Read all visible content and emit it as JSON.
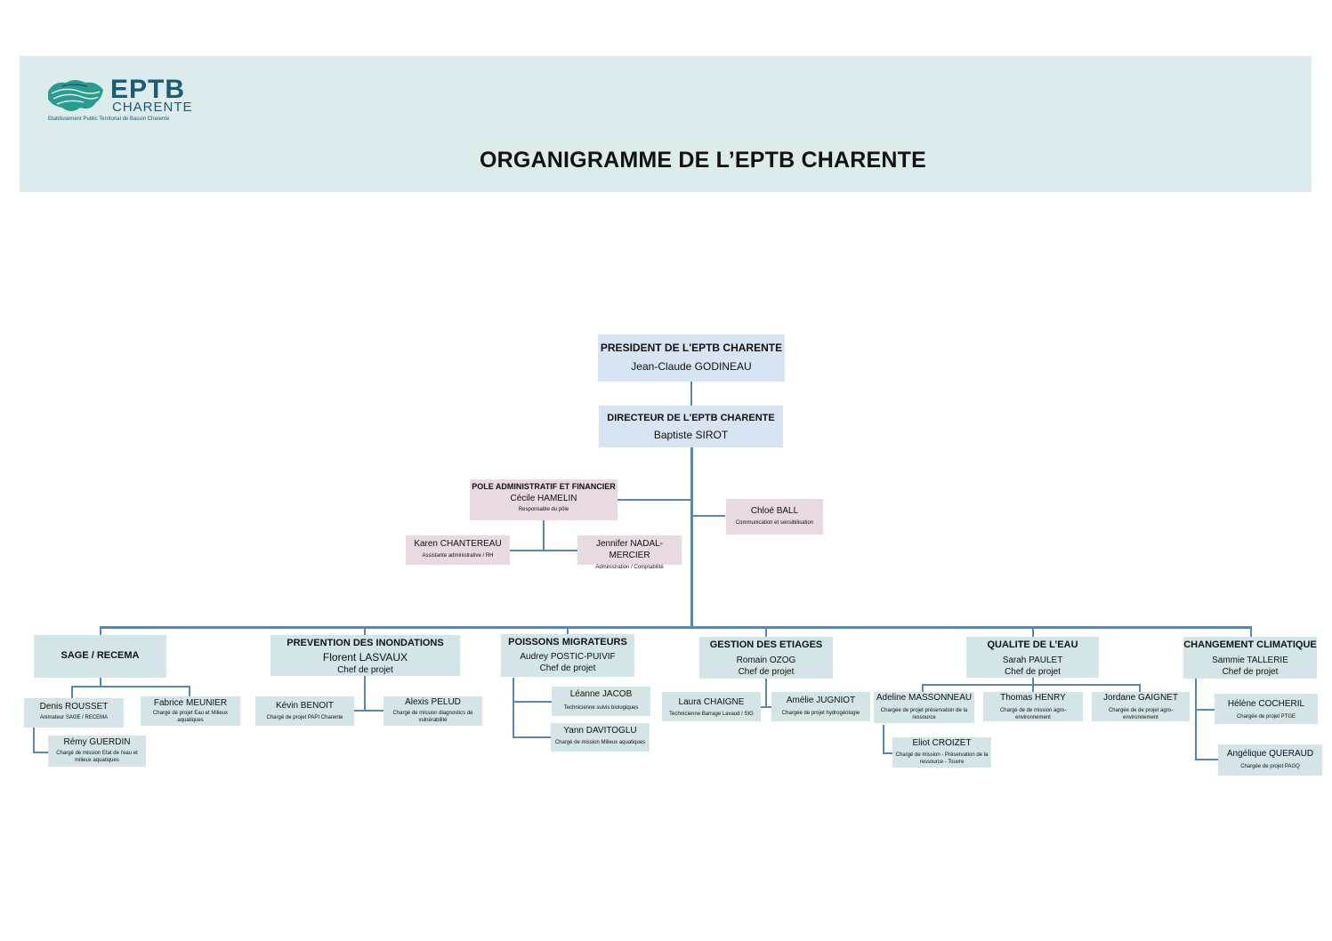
{
  "header": {
    "logo_text": "EPTB",
    "logo_subtext": "CHARENTE",
    "logo_tagline": "Etablissement Public Territorial de Bassin Charente",
    "title": "ORGANIGRAMME DE L’EPTB CHARENTE"
  },
  "colors": {
    "header_bg": "#dcebeb",
    "blue_box": "#d7e5f2",
    "pink_box": "#e8d9e3",
    "teal_box": "#d3e5e6",
    "connector": "#5b86ad"
  },
  "president": {
    "title": "PRESIDENT DE L'EPTB CHARENTE",
    "name": "Jean-Claude GODINEAU"
  },
  "directeur": {
    "title": "DIRECTEUR DE L'EPTB CHARENTE",
    "name": "Baptiste SIROT"
  },
  "pole_admin": {
    "title": "POLE ADMINISTRATIF ET FINANCIER",
    "name": "Cécile HAMELIN",
    "role": "Responsable du pôle"
  },
  "chloe": {
    "name": "Chloé BALL",
    "role": "Communication et sensibilisation"
  },
  "karen": {
    "name": "Karen CHANTEREAU",
    "role": "Assistante administrative / RH"
  },
  "jennifer": {
    "name": "Jennifer NADAL-MERCIER",
    "role": "Administration / Comptabilité"
  },
  "sage": {
    "title": "SAGE / RECEMA",
    "denis": {
      "name": "Denis ROUSSET",
      "role": "Animateur SAGE / RECEMA"
    },
    "fabrice": {
      "name": "Fabrice MEUNIER",
      "role": "Chargé de projet Eau et Milieux aquatiques"
    },
    "remy": {
      "name": "Rémy GUERDIN",
      "role": "Chargé de mission Etat de l'eau et milieux aquatiques"
    }
  },
  "prevention": {
    "title": "PREVENTION DES INONDATIONS",
    "name": "Florent LASVAUX",
    "role": "Chef de projet",
    "kevin": {
      "name": "Kévin BENOIT",
      "role": "Chargé de projet PAPI Charente"
    },
    "alexis": {
      "name": "Alexis PELUD",
      "role": "Chargé de mission diagnostics de vulnérabilité"
    }
  },
  "poissons": {
    "title": "POISSONS MIGRATEURS",
    "name": "Audrey POSTIC-PUIVIF",
    "role": "Chef de projet",
    "leanne": {
      "name": "Léanne JACOB",
      "role": "Technicienne suivis biologiques"
    },
    "yann": {
      "name": "Yann DAVITOGLU",
      "role": "Chargé de mission Milieux aquatiques"
    }
  },
  "etiages": {
    "title": "GESTION DES ETIAGES",
    "name": "Romain OZOG",
    "role": "Chef de projet",
    "laura": {
      "name": "Laura CHAIGNE",
      "role": "Technicienne Barrage Lavaud / SIG"
    },
    "amelie": {
      "name": "Amélie JUGNIOT",
      "role": "Chargée de projet hydrogéologie"
    }
  },
  "qualite": {
    "title": "QUALITE DE L’EAU",
    "name": "Sarah PAULET",
    "role": "Chef de projet",
    "adeline": {
      "name": "Adeline MASSONNEAU",
      "role": "Chargée de projet préservation de la ressource"
    },
    "thomas": {
      "name": "Thomas HENRY",
      "role": "Chargé de de mission agro-environnement"
    },
    "jordane": {
      "name": "Jordane GAIGNET",
      "role": "Chargée de de projet agro-environnement"
    },
    "eliot": {
      "name": "Eliot CROIZET",
      "role": "Chargé de mission - Préservation de la ressource - Touvre"
    }
  },
  "climat": {
    "title": "CHANGEMENT CLIMATIQUE",
    "name": "Sammie TALLERIE",
    "role": "Chef de projet",
    "helene": {
      "name": "Hélène COCHERIL",
      "role": "Chargée de projet PTGE"
    },
    "angelique": {
      "name": "Angélique QUERAUD",
      "role": "Chargée de projet PAGQ"
    }
  }
}
